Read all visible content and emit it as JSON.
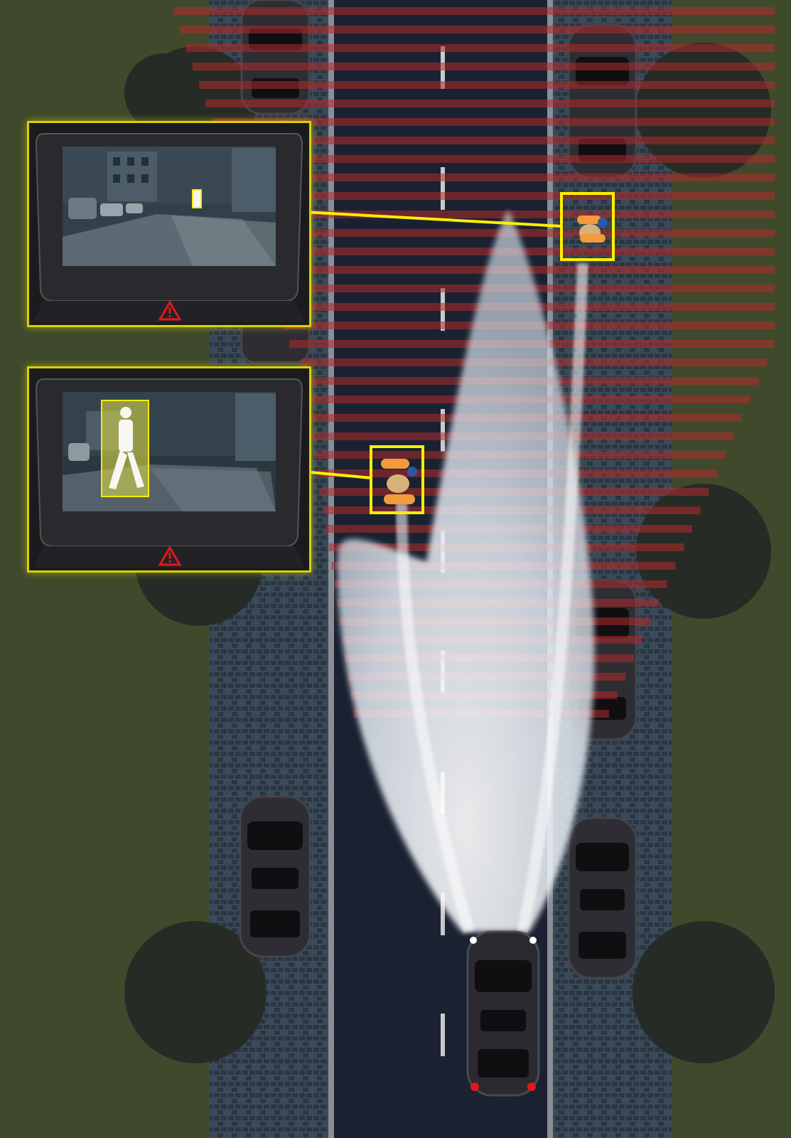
{
  "scene": {
    "background_color": "#3f4a2c",
    "road_color": "#1a2232",
    "sidewalk_color": "#33414f",
    "lane_line_color": "#c9c9c9",
    "heat_stripe_color": "#b52a2a",
    "highlight_color": "#ffee00",
    "headlight_color": "#eef3f8",
    "warning_color": "#e01919"
  },
  "icons": {
    "warning": "warning-triangle-icon",
    "pedestrian": "pedestrian-icon",
    "vehicle": "car-icon",
    "tree": "tree-icon"
  },
  "panels": [
    {
      "id": "far-pedestrian",
      "detection": "small",
      "warning_icon": "warning-triangle-icon"
    },
    {
      "id": "near-pedestrian",
      "detection": "large",
      "warning_icon": "warning-triangle-icon"
    }
  ]
}
